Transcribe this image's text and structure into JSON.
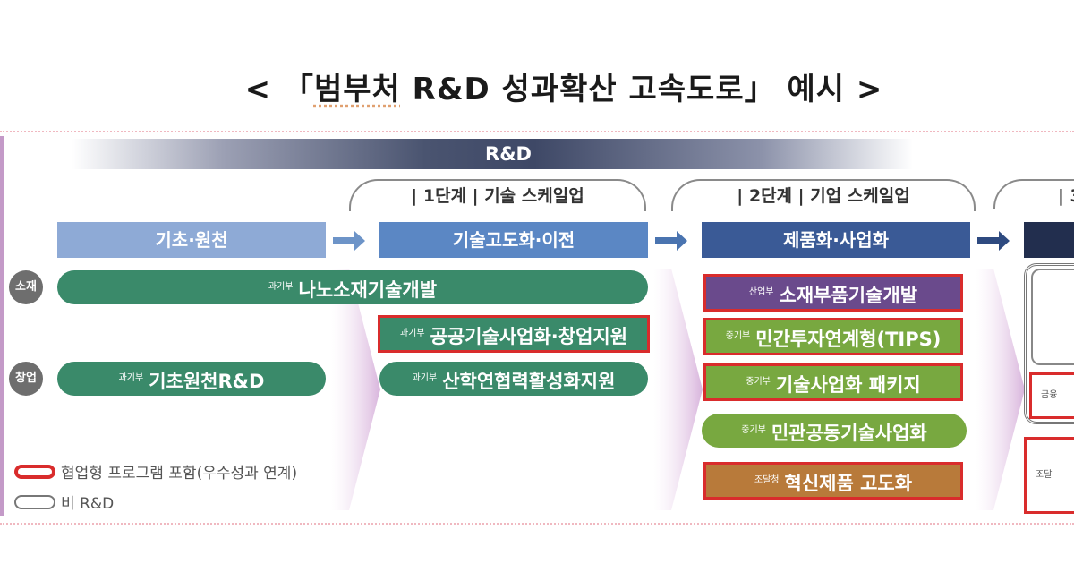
{
  "title": {
    "prefix": "< 「",
    "main_underlined": "범부처",
    "rest": " R&D 성과확산 고속도로」 예시 >"
  },
  "rd_band": {
    "label": "R&D"
  },
  "stages": [
    {
      "label": "| 1단계 |  기술 스케일업"
    },
    {
      "label": "| 2단계 |  기업 스케일업"
    },
    {
      "label": "| 3"
    }
  ],
  "phases": [
    {
      "label": "기초·원천",
      "color": "#8eaad6"
    },
    {
      "label": "기술고도화·이전",
      "color": "#5b87c4"
    },
    {
      "label": "제품화·사업화",
      "color": "#3a5a96"
    },
    {
      "label": "",
      "color": "#222e4e"
    }
  ],
  "badges": [
    {
      "label": "소재"
    },
    {
      "label": "창업"
    }
  ],
  "programs": {
    "nano": {
      "ministry": "과기부",
      "label": "나노소재기술개발"
    },
    "public_tech": {
      "ministry": "과기부",
      "label": "공공기술사업화·창업지원"
    },
    "basic_rd": {
      "ministry": "과기부",
      "label": "기초원천R&D"
    },
    "industry_univ": {
      "ministry": "과기부",
      "label": "산학연협력활성화지원"
    },
    "materials_parts": {
      "ministry": "산업부",
      "label": "소재부품기술개발"
    },
    "tips": {
      "ministry": "중기부",
      "label": "민간투자연계형(TIPS)"
    },
    "tech_package": {
      "ministry": "중기부",
      "label": "기술사업화 패키지"
    },
    "public_private": {
      "ministry": "중기부",
      "label": "민관공동기술사업화"
    },
    "innovation": {
      "ministry": "조달청",
      "label": "혁신제품 고도화"
    },
    "stage3_finance": {
      "label": "금융"
    },
    "stage3_procure": {
      "label": "조달"
    }
  },
  "legend": [
    {
      "label": "협업형 프로그램 포함(우수성과 연계)",
      "swatch": "red"
    },
    {
      "label": "비 R&D",
      "swatch": "gray"
    }
  ],
  "colors": {
    "green": "#3a8a6a",
    "light_green": "#78a840",
    "purple": "#6a4a8c",
    "brown": "#b87a3a",
    "red_border": "#d92c2c"
  }
}
